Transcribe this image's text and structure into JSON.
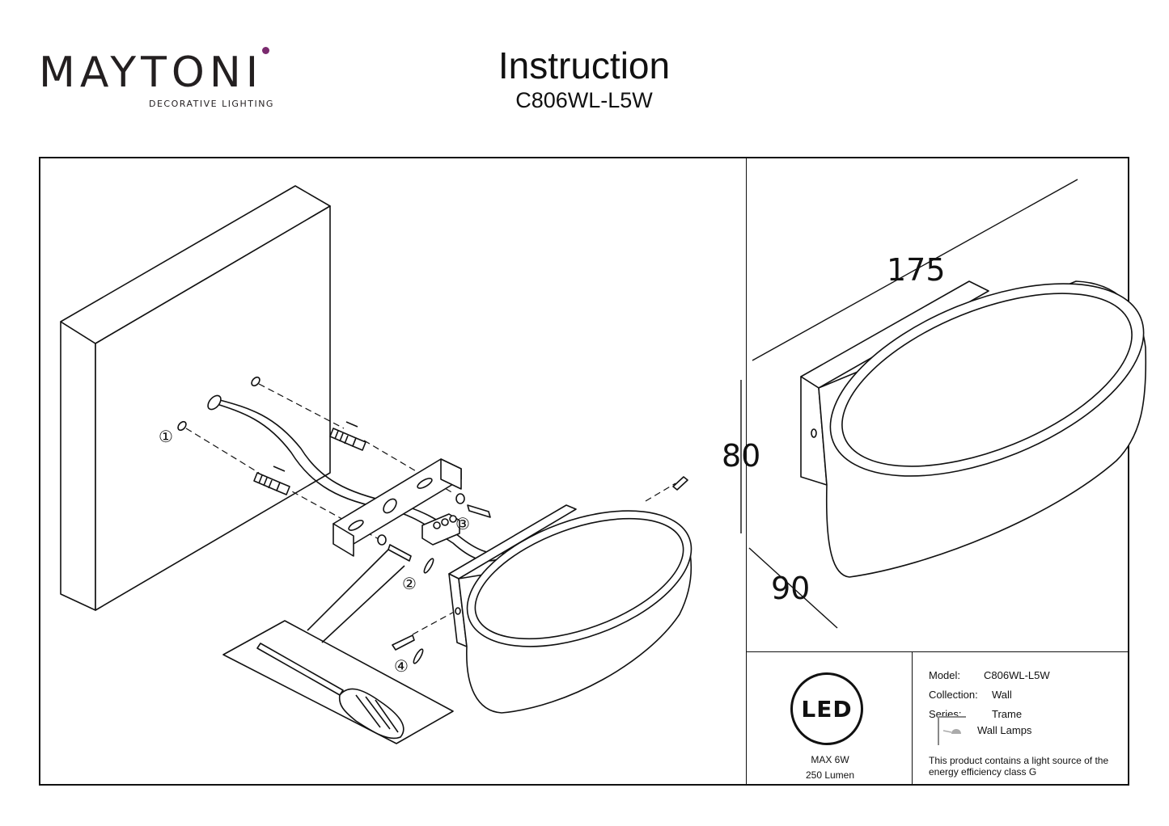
{
  "brand": {
    "name": "MAYTONI",
    "tagline": "DECORATIVE LIGHTING",
    "accent_color": "#7a2a6e"
  },
  "header": {
    "title": "Instruction",
    "model_code": "C806WL-L5W"
  },
  "dimensions": {
    "width": "175",
    "height": "80",
    "depth": "90"
  },
  "steps": {
    "s1": "①",
    "s2": "②",
    "s3": "③",
    "s4": "④"
  },
  "badge": {
    "label": "LED",
    "power": "MAX 6W",
    "lumen": "250 Lumen"
  },
  "specs": {
    "model_label": "Model:",
    "model_value": "C806WL-L5W",
    "collection_label": "Collection:",
    "collection_value": "Wall",
    "series_label": "Series:",
    "series_value": "Trame",
    "type_value": "Wall Lamps",
    "energy_note_1": "This product contains a light source of the",
    "energy_note_2": "energy efficiency class G"
  },
  "icons": {
    "lamp_type": "wall-lamp-icon",
    "led": "led-badge-icon"
  }
}
